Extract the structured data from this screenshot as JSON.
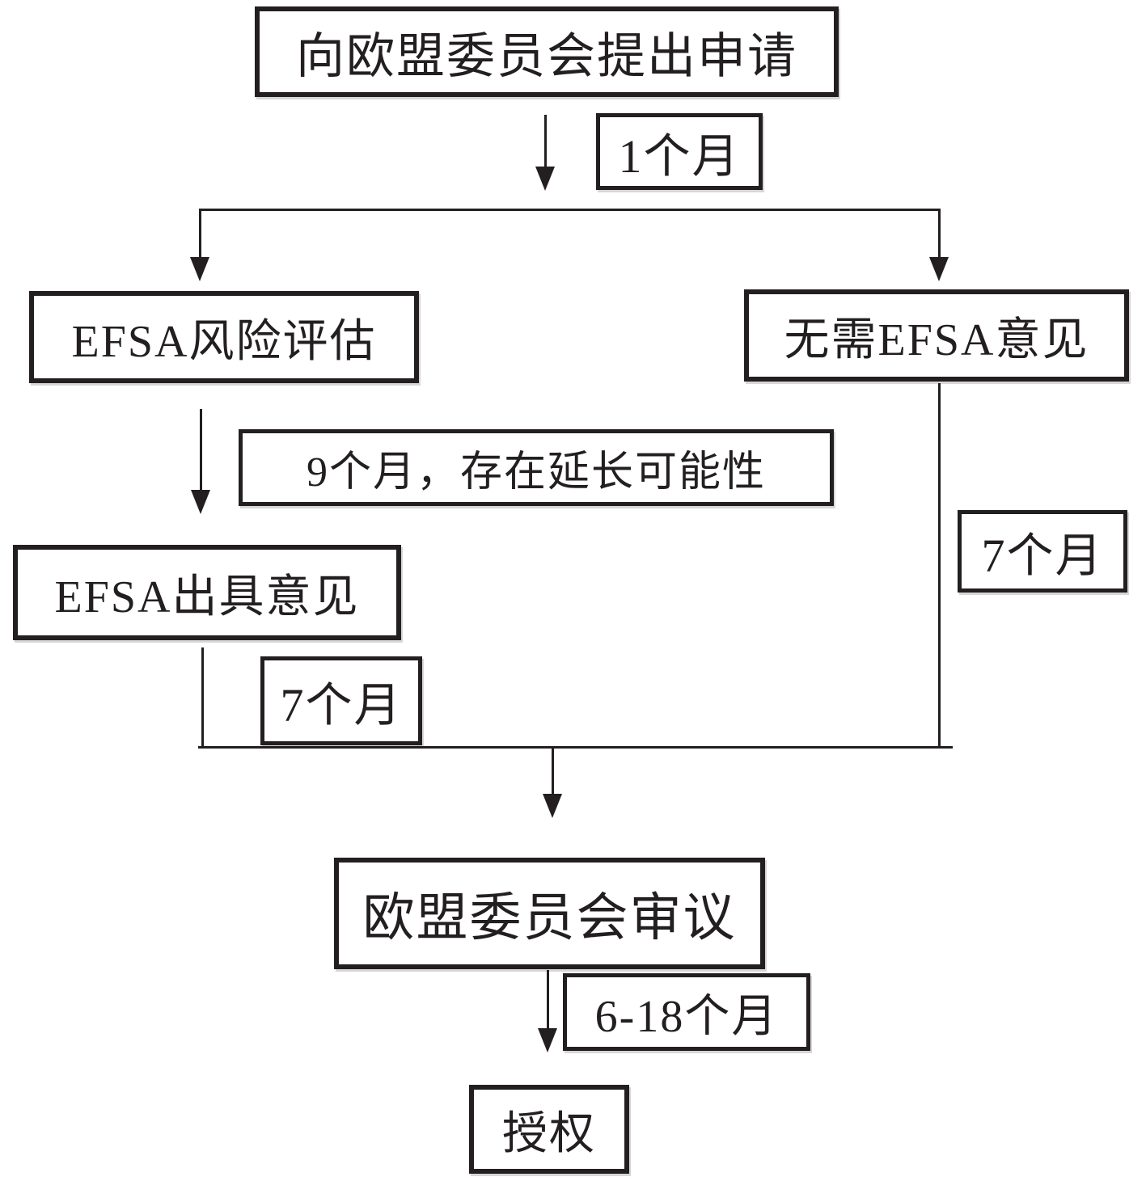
{
  "colors": {
    "ink": "#231f20",
    "background": "#ffffff"
  },
  "nodes": {
    "apply": "向欧盟委员会提出申请",
    "efsa_risk": "EFSA风险评估",
    "no_efsa": "无需EFSA意见",
    "efsa_opinion": "EFSA出具意见",
    "review": "欧盟委员会审议",
    "authorization": "授权"
  },
  "durations": {
    "one_month": "1个月",
    "nine_months": "9个月，存在延长可能性",
    "seven_months_left": "7个月",
    "seven_months_right": "7个月",
    "six_to_eighteen_months": "6-18个月"
  }
}
